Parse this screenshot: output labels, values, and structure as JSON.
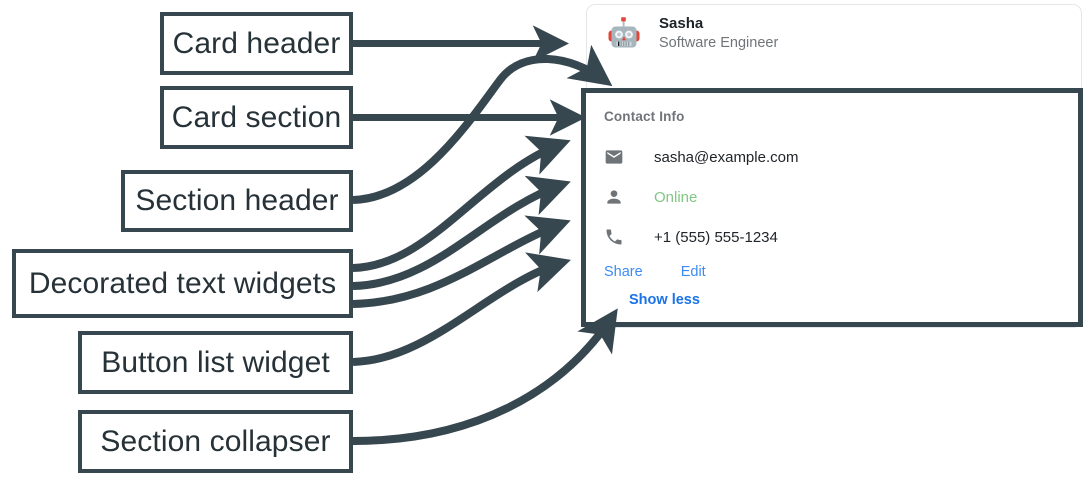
{
  "annotations": [
    {
      "id": "card-header",
      "label": "Card header"
    },
    {
      "id": "card-section",
      "label": "Card section"
    },
    {
      "id": "section-header",
      "label": "Section header"
    },
    {
      "id": "decorated-text",
      "label": "Decorated text widgets"
    },
    {
      "id": "button-list",
      "label": "Button list widget"
    },
    {
      "id": "collapser",
      "label": "Section collapser"
    }
  ],
  "card": {
    "header": {
      "avatar_icon": "robot-avatar-icon",
      "title": "Sasha",
      "subtitle": "Software Engineer"
    },
    "section": {
      "header": "Contact Info",
      "rows": [
        {
          "icon": "email-icon",
          "text": "sasha@example.com",
          "status": false
        },
        {
          "icon": "person-icon",
          "text": "Online",
          "status": true
        },
        {
          "icon": "phone-icon",
          "text": "+1 (555) 555-1234",
          "status": false
        }
      ],
      "buttons": [
        {
          "label": "Share"
        },
        {
          "label": "Edit"
        }
      ],
      "collapser": {
        "label": "Show less"
      }
    }
  },
  "colors": {
    "annotation_stroke": "#37474f",
    "link_blue": "#3d8bf2",
    "collapser_blue": "#1a73e8",
    "status_green": "#81c784",
    "muted_text": "#70757a",
    "card_border": "#e4e6e9"
  }
}
